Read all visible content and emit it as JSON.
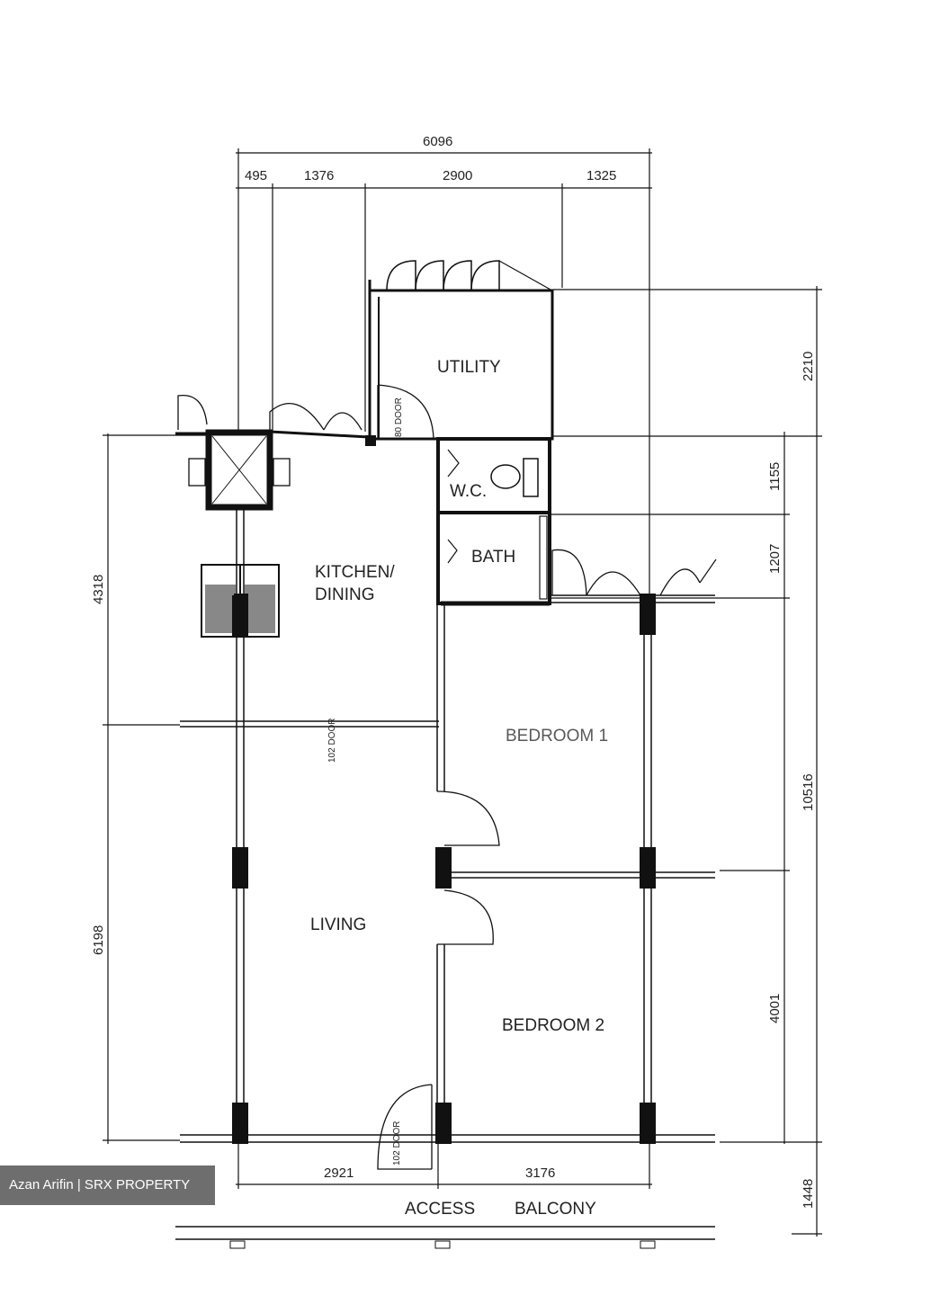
{
  "dimensions": {
    "top_total": "6096",
    "top_segments": [
      "495",
      "1376",
      "2900",
      "1325"
    ],
    "right_utility": "2210",
    "right_wc": "1155",
    "right_bath": "1207",
    "right_total": "10516",
    "right_bedroom2": "4001",
    "right_balcony": "1448",
    "left_kitchen": "4318",
    "left_living": "6198",
    "bottom_living": "2921",
    "bottom_bedroom": "3176"
  },
  "rooms": {
    "utility": "UTILITY",
    "wc": "W.C.",
    "bath": "BATH",
    "kitchen_line1": "KITCHEN/",
    "kitchen_line2": "DINING",
    "bedroom1": "BEDROOM 1",
    "living": "LIVING",
    "bedroom2": "BEDROOM 2",
    "access_balcony_1": "ACCESS",
    "access_balcony_2": "BALCONY"
  },
  "door_tags": {
    "utility_door": "80 DOOR",
    "living_door": "102 DOOR",
    "kitchen_door": "102 DOOR"
  },
  "credit": "Azan Arifin | SRX PROPERTY"
}
